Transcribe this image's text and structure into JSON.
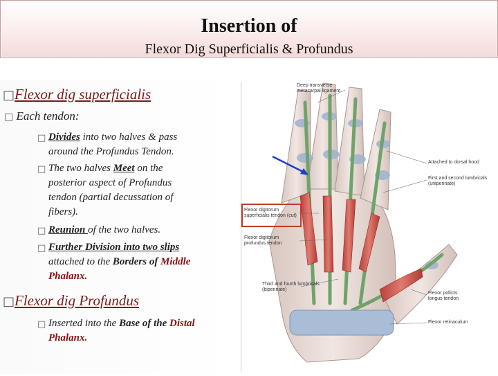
{
  "title": {
    "line1": "Insertion of",
    "line2": "Flexor Dig Superficialis & Profundus"
  },
  "left": {
    "h1": "Flexor dig superficialis",
    "each_tendon": "Each tendon:",
    "p1_a": "Divides",
    "p1_b": " into two halves & pass",
    "p1_c": "around the  Profundus Tendon.",
    "p2_a": "The two halves ",
    "p2_b": "Meet",
    "p2_c": " on the",
    "p2_d": "posterior aspect of Profundus",
    "p2_e": "tendon (partial decussation of",
    "p2_f": "fibers).",
    "p3_a": "Reunion ",
    "p3_b": "of the two halves.",
    "p4_a": "Further Division into two slips",
    "p4_b": "attached to the ",
    "p4_c": "Borders of ",
    "p4_d": "Middle",
    "p4_e": "Phalanx.",
    "h2": "Flexor dig Profundus",
    "p5_a": "Inserted into the ",
    "p5_b": "Base of the ",
    "p5_c": "Distal",
    "p5_d": "Phalanx."
  },
  "figure": {
    "c1": "Deep transverse",
    "c1b": "metacarpal ligament",
    "c2": "Attached to dorsal hood",
    "c3": "First and second lumbricals",
    "c3b": "(unipennate)",
    "c4": "Flexor digitorum",
    "c4b": "superficialis tendon (cut)",
    "c5": "Flexor digitorum",
    "c5b": "profundus tendon",
    "c6": "Third and fourth lumbricals",
    "c6b": "(bipennate)",
    "c7": "Flexor pollicis",
    "c7b": "longus tendon",
    "c8": "Flexor retinaculum"
  },
  "colors": {
    "accent_red": "#8a1010",
    "box_red": "#c0392b",
    "arrow_blue": "#1a3fc8"
  }
}
